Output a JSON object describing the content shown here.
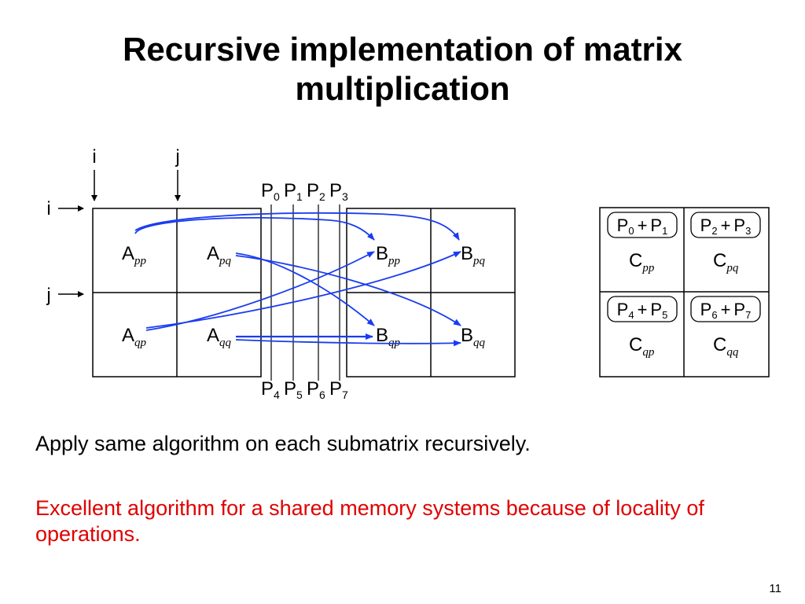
{
  "slide": {
    "title_line1": "Recursive implementation of matrix",
    "title_line2": "multiplication",
    "text1": "Apply same algorithm on each submatrix recursively.",
    "text2": "Excellent algorithm for a shared memory systems because of locality of operations.",
    "text2_color": "#e00000",
    "slide_number": "11"
  },
  "diagram": {
    "index_labels": {
      "top_i": "i",
      "top_j": "j",
      "left_i": "i",
      "left_j": "j"
    },
    "processors_top": [
      {
        "base": "P",
        "sub": "0"
      },
      {
        "base": "P",
        "sub": "1"
      },
      {
        "base": "P",
        "sub": "2"
      },
      {
        "base": "P",
        "sub": "3"
      }
    ],
    "processors_bottom": [
      {
        "base": "P",
        "sub": "4"
      },
      {
        "base": "P",
        "sub": "5"
      },
      {
        "base": "P",
        "sub": "6"
      },
      {
        "base": "P",
        "sub": "7"
      }
    ],
    "matrix_a": [
      {
        "base": "A",
        "sub": "pp"
      },
      {
        "base": "A",
        "sub": "pq"
      },
      {
        "base": "A",
        "sub": "qp"
      },
      {
        "base": "A",
        "sub": "qq"
      }
    ],
    "matrix_b": [
      {
        "base": "B",
        "sub": "pp"
      },
      {
        "base": "B",
        "sub": "pq"
      },
      {
        "base": "B",
        "sub": "qp"
      },
      {
        "base": "B",
        "sub": "qq"
      }
    ],
    "matrix_c": [
      {
        "sum_a": "0",
        "sum_b": "1",
        "base": "C",
        "sub": "pp"
      },
      {
        "sum_a": "2",
        "sum_b": "3",
        "base": "C",
        "sub": "pq"
      },
      {
        "sum_a": "4",
        "sum_b": "5",
        "base": "C",
        "sub": "qp"
      },
      {
        "sum_a": "6",
        "sum_b": "7",
        "base": "C",
        "sub": "qq"
      }
    ],
    "plus": "+",
    "arrow_color": "#1a3cf0"
  }
}
